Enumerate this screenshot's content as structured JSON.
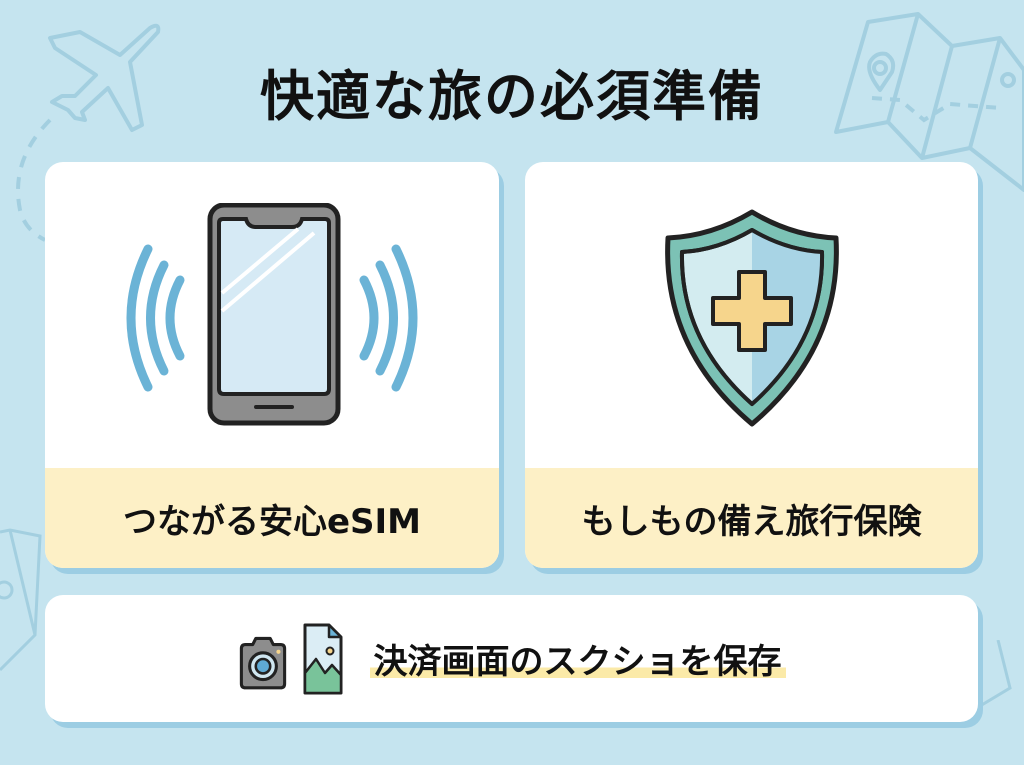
{
  "title": "快適な旅の必須準備",
  "colors": {
    "background": "#c5e4ef",
    "card": "#ffffff",
    "card_shadow": "#9ccde3",
    "label_band": "#fdf0c6",
    "highlight": "#fbeaa8",
    "wave_blue": "#6bb3d6",
    "shield_teal": "#7cc2b5",
    "cross_yellow": "#f6d58c"
  },
  "cards": [
    {
      "id": "esim",
      "icon": "smartphone-signal-icon",
      "label": "つながる安心eSIM"
    },
    {
      "id": "insurance",
      "icon": "shield-cross-icon",
      "label": "もしもの備え旅行保険"
    }
  ],
  "bottom_card": {
    "icons": [
      "camera-icon",
      "image-file-icon"
    ],
    "label": "決済画面のスクショを保存"
  },
  "decorations": [
    "airplane-icon",
    "folded-map-icon",
    "folded-map-icon",
    "folded-map-icon"
  ]
}
